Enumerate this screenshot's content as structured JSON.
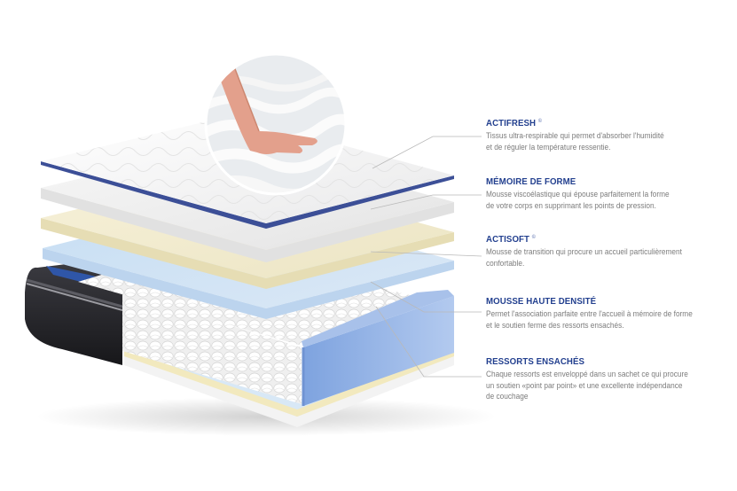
{
  "diagram": {
    "subject": "Matelas - vue éclatée des couches",
    "inset": {
      "name": "main-pressing-mattress-closeup"
    },
    "colors": {
      "title": "#23408f",
      "description": "#7c7c7c",
      "leader_line": "#b9b9b9",
      "top_cover": "#f4f4f4",
      "top_cover_piping": "#3c4f97",
      "memory_foam": "#eeeeee",
      "actisoft": "#f2ecd2",
      "transition_blue": "#cfe0f3",
      "high_density_foam": "#9ab8e8",
      "border_dark": "#2a2a2e"
    },
    "layers": [
      {
        "id": "actifresh",
        "title": "ACTIFRESH",
        "mark": "©",
        "lines": [
          "Tissus ultra-respirable qui permet d'absorber l'humidité",
          "et de réguler la température ressentie."
        ]
      },
      {
        "id": "memoire-de-forme",
        "title": "MÉMOIRE DE FORME",
        "mark": "",
        "lines": [
          "Mousse viscoélastique qui épouse parfaitement la forme",
          "de votre corps en supprimant les points de pression."
        ]
      },
      {
        "id": "actisoft",
        "title": "ACTISOFT",
        "mark": "©",
        "lines": [
          "Mousse de transition qui procure un accueil particulièrement",
          "confortable."
        ]
      },
      {
        "id": "mousse-haute-densite",
        "title": "MOUSSE HAUTE DENSITÉ",
        "mark": "",
        "lines": [
          "Permet l'association parfaite entre l'accueil à mémoire de forme",
          "et le soutien ferme des ressorts ensachés."
        ]
      },
      {
        "id": "ressorts-ensaches",
        "title": "RESSORTS ENSACHÉS",
        "mark": "",
        "lines": [
          "Chaque ressorts est enveloppé dans un sachet ce qui procure",
          "un soutien «point par point» et une excellente indépendance",
          "de couchage"
        ]
      }
    ]
  }
}
